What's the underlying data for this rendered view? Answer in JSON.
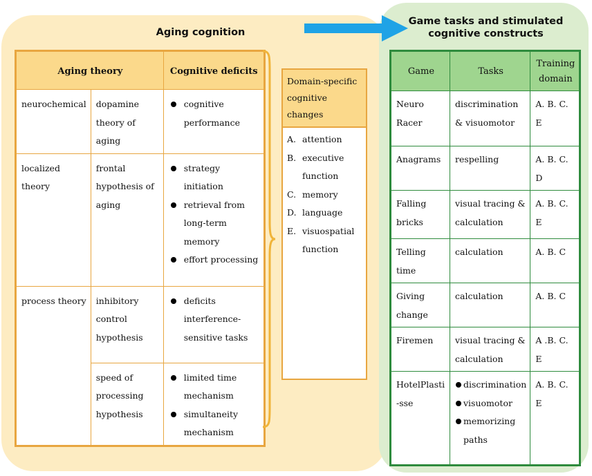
{
  "aging": {
    "title": "Aging cognition",
    "headers": {
      "theory": "Aging theory",
      "deficits": "Cognitive deficits"
    },
    "rows": [
      {
        "category": "neurochemical",
        "theory": "dopamine theory of aging",
        "deficits": [
          "cognitive performance"
        ]
      },
      {
        "category": "localized theory",
        "theory": "frontal hypothesis of aging",
        "deficits": [
          "strategy initiation",
          "retrieval from long-term memory",
          "effort processing"
        ]
      },
      {
        "category": "process theory",
        "theory": "inhibitory control hypothesis",
        "deficits": [
          "deficits interference-sensitive tasks"
        ]
      },
      {
        "category": "",
        "theory": "speed of processing hypothesis",
        "deficits": [
          "limited time mechanism",
          "simultaneity mechanism"
        ]
      }
    ]
  },
  "domain_box": {
    "title": "Domain-specific cognitive changes",
    "items": [
      {
        "letter": "A.",
        "text": "attention"
      },
      {
        "letter": "B.",
        "text": "executive function"
      },
      {
        "letter": "C.",
        "text": "memory"
      },
      {
        "letter": "D.",
        "text": "language"
      },
      {
        "letter": "E.",
        "text": "visuospatial function"
      }
    ]
  },
  "game": {
    "title": "Game tasks and stimulated cognitive constructs",
    "headers": {
      "game": "Game",
      "tasks": "Tasks",
      "domain": "Training domain"
    },
    "rows": [
      {
        "game": "Neuro Racer",
        "tasks": "discrimination & visuomotor",
        "domain": "A. B. C. E"
      },
      {
        "game": "Anagrams",
        "tasks": "respelling",
        "domain": "A. B. C. D"
      },
      {
        "game": "Falling bricks",
        "tasks": "visual tracing & calculation",
        "domain": "A. B. C. E"
      },
      {
        "game": "Telling time",
        "tasks": "calculation",
        "domain": "A. B. C"
      },
      {
        "game": "Giving change",
        "tasks": "calculation",
        "domain": "A. B. C"
      },
      {
        "game": "Firemen",
        "tasks": "visual tracing & calculation",
        "domain": "A .B. C. E"
      },
      {
        "game": "HotelPlasti -sse",
        "tasks_list": [
          "discrimination",
          "visuomotor",
          "memorizing paths"
        ],
        "domain": "A. B. C. E"
      }
    ]
  },
  "colors": {
    "aging_panel": "#fdecc2",
    "aging_border": "#e8a640",
    "aging_header": "#fbd98b",
    "game_panel": "#dcedcf",
    "game_border": "#2e8b3d",
    "game_header": "#9fd58f",
    "arrow": "#1fa3e6"
  },
  "icons": {
    "arrow": "right-arrow-icon",
    "brace": "curly-brace-icon"
  }
}
